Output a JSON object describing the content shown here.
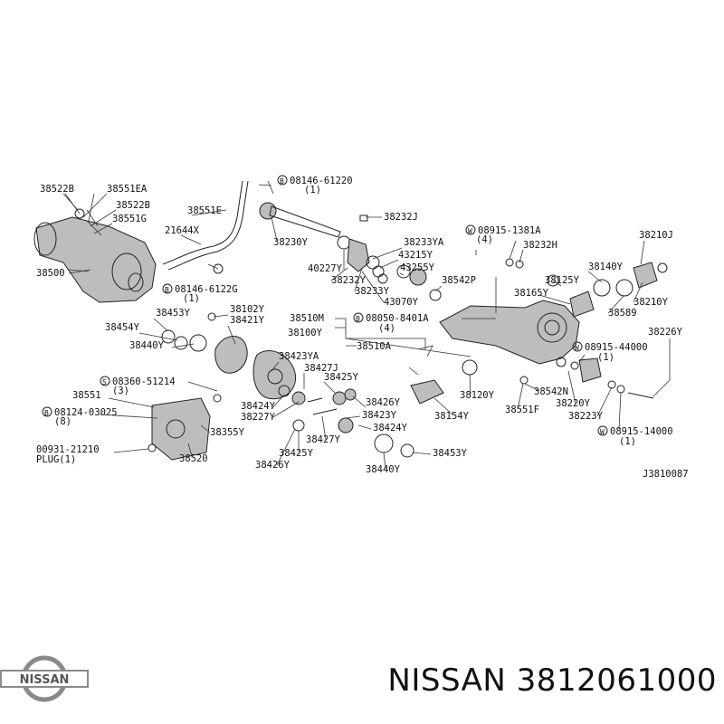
{
  "diagram": {
    "labels": [
      "38522B",
      "38551EA",
      "38522B",
      "38551G",
      "38551E",
      "21644X",
      "38500",
      "08146-61220",
      "(1)",
      "38230Y",
      "38232J",
      "08915-1381A",
      "(4)",
      "38232H",
      "38210J",
      "38233YA",
      "43215Y",
      "40227Y",
      "43255Y",
      "38232Y",
      "38542P",
      "38233Y",
      "43070Y",
      "38140Y",
      "38125Y",
      "38165Y",
      "38210Y",
      "38589",
      "08146-6122G",
      "(1)",
      "38102Y",
      "38421Y",
      "38453Y",
      "38454Y",
      "38440Y",
      "38510M",
      "08050-8401A",
      "(4)",
      "38100Y",
      "38510A",
      "38226Y",
      "08915-44000",
      "(1)",
      "38423YA",
      "38427J",
      "38425Y",
      "38424Y",
      "38227Y",
      "38426Y",
      "38423Y",
      "38424Y",
      "38427Y",
      "38425Y",
      "38426Y",
      "38440Y",
      "38453Y",
      "08360-51214",
      "(3)",
      "38551",
      "08124-03025",
      "(8)",
      "38355Y",
      "00931-21210",
      "PLUG(1)",
      "38520",
      "38120Y",
      "38154Y",
      "38542N",
      "38220Y",
      "38223Y",
      "08915-14000",
      "(1)",
      "38551F",
      "J3810087"
    ],
    "circled": [
      "B",
      "W",
      "B",
      "B",
      "S",
      "B",
      "W",
      "W"
    ]
  },
  "logo": {
    "text": "NISSAN"
  },
  "caption": {
    "text": "NISSAN 3812061000"
  }
}
